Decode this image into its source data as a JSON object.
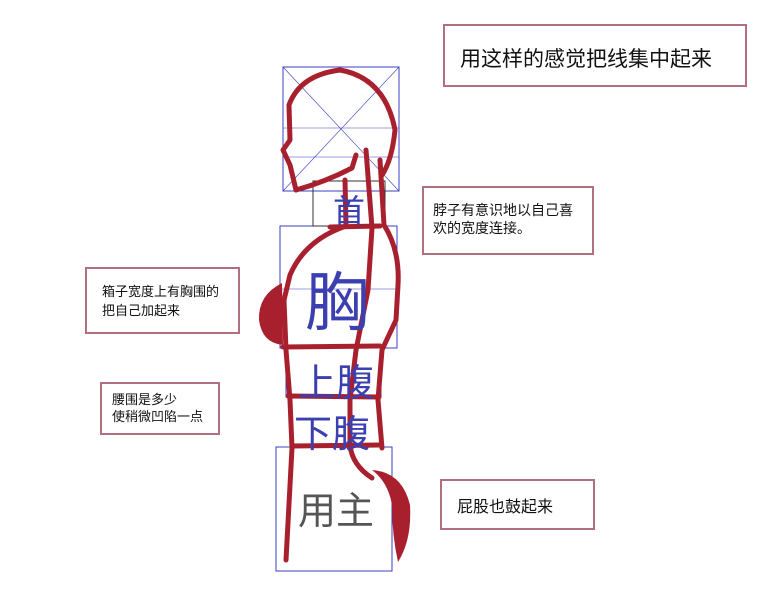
{
  "notes": {
    "title": "用这样的感觉把线集中起来",
    "neck": "脖子有意识地以自己喜\n欢的宽度连接。",
    "chest": "箱子宽度上有胸围的\n把自己加起来",
    "waist": "腰围是多少\n使稍微凹陷一点",
    "hip": "屁股也鼓起来"
  },
  "box_labels": {
    "neck": "首",
    "chest": "胸",
    "upper_abdomen": "上腹",
    "lower_abdomen": "下腹",
    "hip": "用主"
  },
  "colors": {
    "outline": "#a8202e",
    "box": "#3a3fc0",
    "note_border": "#b07080"
  }
}
